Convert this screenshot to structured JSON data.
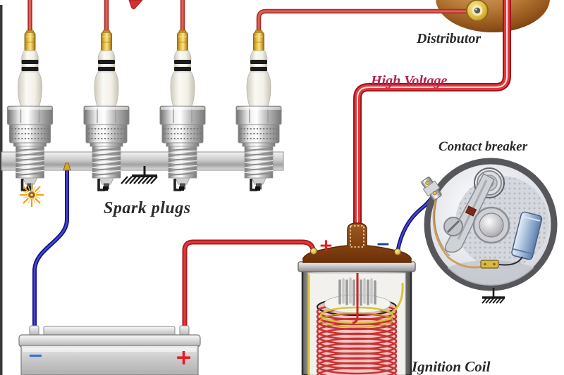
{
  "labels": {
    "spark_plugs": "Spark plugs",
    "distributor": "Distributor",
    "high_voltage": "High Voltage",
    "contact_breaker": "Contact breaker",
    "ignition_coil": "Ignition Coil"
  },
  "battery": {
    "negative_sign": "−",
    "positive_sign": "+"
  },
  "ignition_coil": {
    "positive_sign": "+",
    "negative_sign": "−"
  },
  "components": [
    "spark-plug-1",
    "spark-plug-2",
    "spark-plug-3",
    "spark-plug-4",
    "spark-plug-rail",
    "spark-flash",
    "ground-symbol-rail",
    "distributor",
    "high-voltage-wire",
    "contact-breaker",
    "ground-symbol-breaker",
    "ignition-coil",
    "battery",
    "battery-positive-wire",
    "battery-negative-wire",
    "coil-negative-wire",
    "plug-wires"
  ],
  "colors": {
    "wire_red": "#d83034",
    "wire_red_dark": "#a0191d",
    "wire_blue": "#16168c",
    "high_voltage_text": "#b4234c",
    "label_text": "#2b2a2a",
    "positive_sign": "#e8191f",
    "battery_negative_sign": "#3a6bd8",
    "coil_negative_sign": "#1f3d8c",
    "distributor_body": "#9c5a22",
    "terminal_gold": "#e0b840",
    "spark": "#e8a218",
    "coil_winding": "#c53434",
    "capacitor_blue": "#7e9dc4"
  }
}
